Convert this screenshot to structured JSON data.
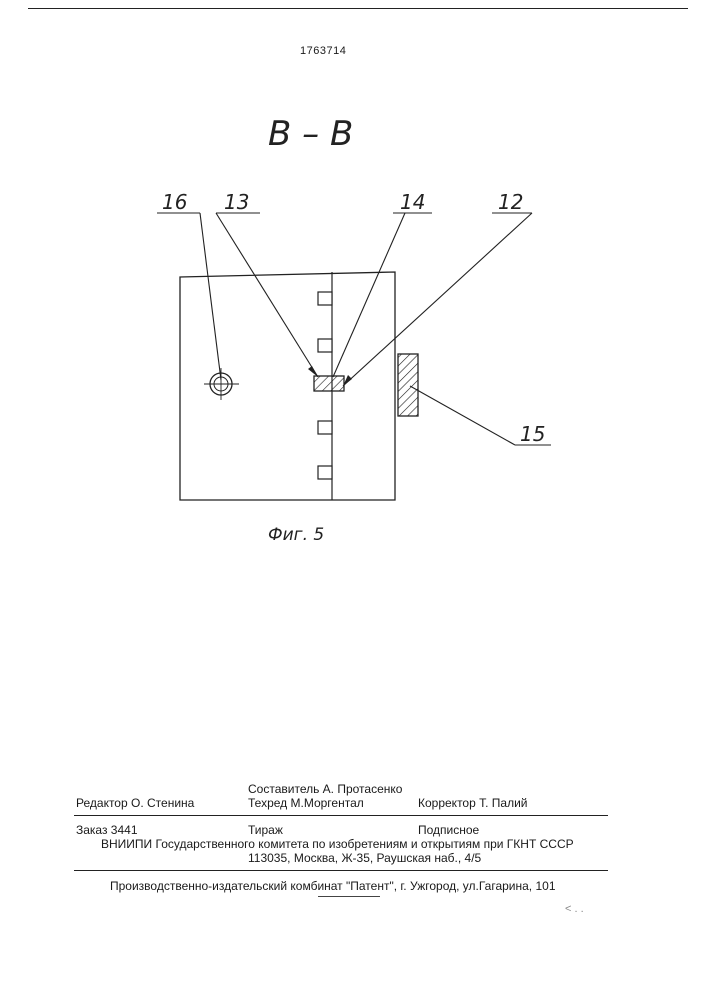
{
  "patent_number": "1763714",
  "section_title": "В – В",
  "labels": {
    "l16": "16",
    "l13": "13",
    "l14": "14",
    "l12": "12",
    "l15": "15"
  },
  "figure_caption": "Фиг. 5",
  "colophon": {
    "compiler": "Составитель  А. Протасенко",
    "editor": "Редактор  О. Стенина",
    "techred": "Техред М.Моргентал",
    "corrector": "Корректор  Т. Палий",
    "order": "Заказ  3441",
    "circulation": "Тираж",
    "subscription": "Подписное",
    "institute": "ВНИИПИ Государственного комитета по изобретениям и открытиям при ГКНТ СССР",
    "address": "113035, Москва, Ж-35, Раушская наб., 4/5",
    "publisher": "Производственно-издательский комбинат \"Патент\", г. Ужгород, ул.Гагарина, 101"
  },
  "corner_mark": "< . ."
}
